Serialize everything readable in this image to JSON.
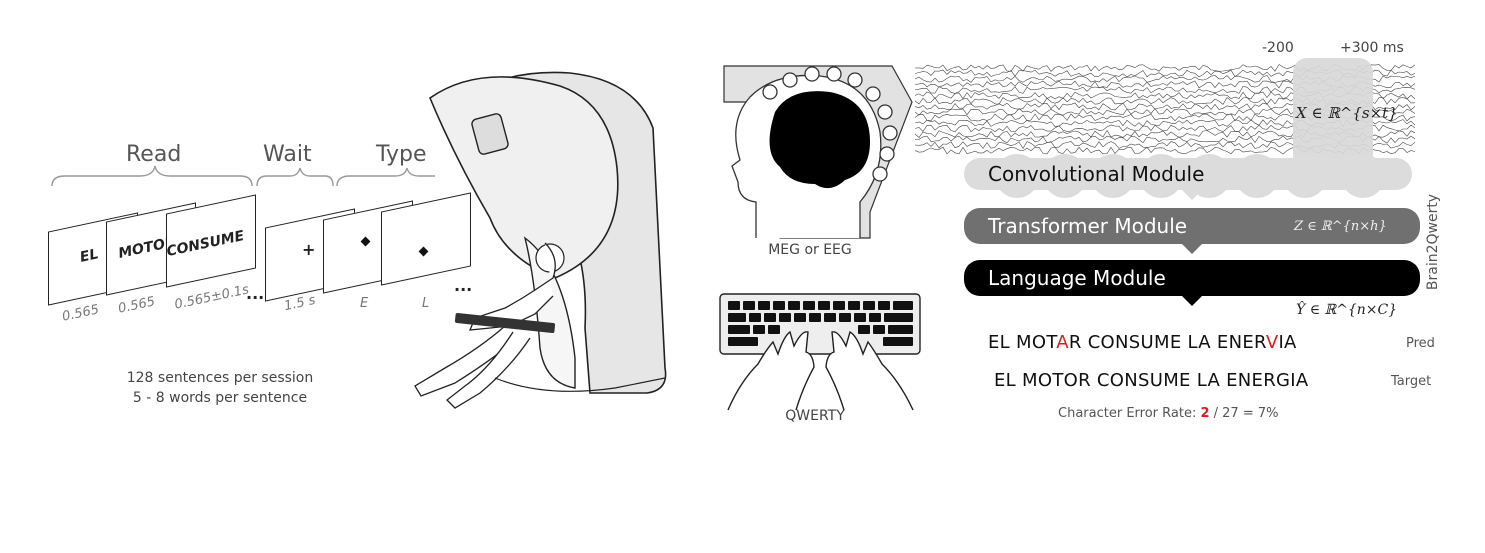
{
  "task": {
    "phases": [
      "Read",
      "Wait",
      "Type"
    ],
    "cards": [
      {
        "word": "EL",
        "time": "0.565"
      },
      {
        "word": "MOTOR",
        "time": "0.565"
      },
      {
        "word": "CONSUME",
        "time": "0.565±0.1s"
      }
    ],
    "wait_card": {
      "symbol": "+",
      "time": "1.5 s"
    },
    "type_cards": [
      {
        "letter": "E"
      },
      {
        "letter": "L"
      }
    ],
    "ellipsis": "...",
    "caption_line1": "128 sentences per session",
    "caption_line2": "5 - 8 words per sentence"
  },
  "recording": {
    "label": "MEG or EEG",
    "keyboard_label": "QWERTY",
    "time_start": "-200",
    "time_end": "+300 ms",
    "input_math": "X ∈ ℝ^{s×t}"
  },
  "model": {
    "name": "Brain2Qwerty",
    "modules": [
      {
        "label": "Convolutional Module",
        "color": "#dcdcdc",
        "text_color": "#111111"
      },
      {
        "label": "Transformer Module",
        "color": "#707070",
        "text_color": "#ffffff",
        "math": "Z ∈ ℝ^{n×h}"
      },
      {
        "label": "Language Module",
        "color": "#000000",
        "text_color": "#ffffff"
      }
    ],
    "output_math": "Ŷ ∈ ℝ^{n×C}"
  },
  "results": {
    "pred_parts": [
      {
        "text": "EL MOT",
        "error": false
      },
      {
        "text": "A",
        "error": true
      },
      {
        "text": "R CONSUME LA ENER",
        "error": false
      },
      {
        "text": "V",
        "error": true
      },
      {
        "text": "IA",
        "error": false
      }
    ],
    "pred_label": "Pred",
    "target": "EL MOTOR CONSUME LA ENERGIA",
    "target_label": "Target",
    "cer_prefix": "Character Error Rate: ",
    "cer_errors": "2",
    "cer_suffix": " / 27 = 7%"
  }
}
